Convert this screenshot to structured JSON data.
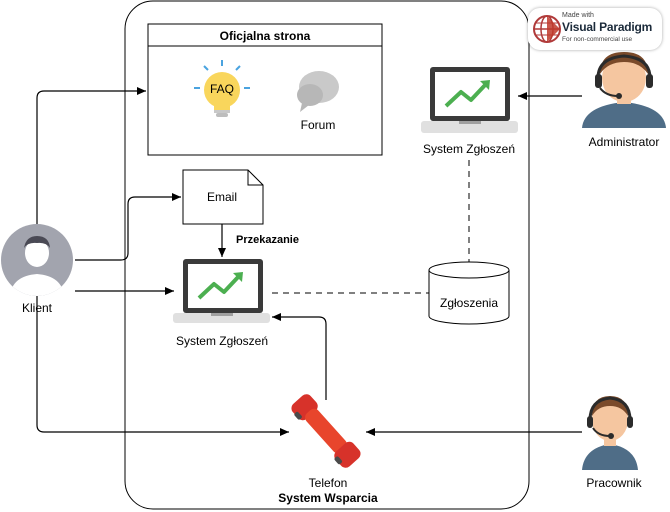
{
  "boundary": {
    "title": "System Wsparcia"
  },
  "website": {
    "title": "Oficjalna strona",
    "faq": "FAQ",
    "forum": "Forum"
  },
  "email": {
    "label": "Email"
  },
  "forward": {
    "label": "Przekazanie"
  },
  "ticket_system_main": {
    "label": "System Zgłoszeń"
  },
  "ticket_system_admin": {
    "label": "System Zgłoszeń"
  },
  "database": {
    "label": "Zgłoszenia"
  },
  "phone": {
    "label": "Telefon"
  },
  "actors": {
    "client": "Klient",
    "admin": "Administrator",
    "worker": "Pracownik"
  },
  "watermark": {
    "line1": "Made with",
    "line2": "Visual Paradigm",
    "line3": "For non-commercial use"
  },
  "colors": {
    "screen": "#3a3a3a",
    "trend": "#4caf50",
    "phone": "#e8452c",
    "skin": "#f5c6a0",
    "shirt": "#4f6d87",
    "bulb": "#f9d65c"
  }
}
